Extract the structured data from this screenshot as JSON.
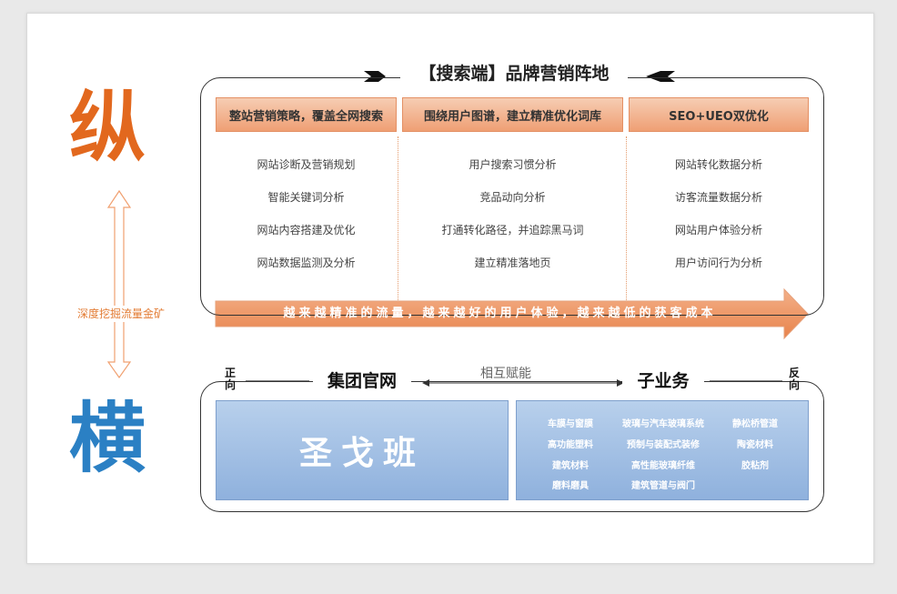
{
  "side": {
    "zong": "纵",
    "heng": "横",
    "connector_label": "深度挖掘流量金矿"
  },
  "top": {
    "title": "【搜索端】品牌营销阵地",
    "columns": [
      {
        "header": "整站营销策略，覆盖全网搜索",
        "items": [
          "网站诊断及营销规划",
          "智能关键词分析",
          "网站内容搭建及优化",
          "网站数据监测及分析"
        ]
      },
      {
        "header": "围绕用户图谱，建立精准优化词库",
        "items": [
          "用户搜索习惯分析",
          "竞品动向分析",
          "打通转化路径，并追踪黑马词",
          "建立精准落地页"
        ]
      },
      {
        "header": "SEO+UEO双优化",
        "items": [
          "网站转化数据分析",
          "访客流量数据分析",
          "网站用户体验分析",
          "用户访问行为分析"
        ]
      }
    ],
    "banner": "越来越精准的流量，越来越好的用户体验，越来越低的获客成本"
  },
  "bottom": {
    "left_vertical": "正向",
    "right_vertical": "反向",
    "group_label": "集团官网",
    "sub_label": "子业务",
    "mutual": "相互赋能",
    "group_brand": "圣戈班",
    "sub_items": [
      [
        "车膜与窗膜",
        "玻璃与汽车玻璃系统",
        "静松桥管道"
      ],
      [
        "高功能塑料",
        "预制与装配式装修",
        "陶瓷材料"
      ],
      [
        "建筑材料",
        "高性能玻璃纤维",
        "胶粘剂"
      ],
      [
        "磨料磨具",
        "建筑管道与阀门",
        ""
      ]
    ]
  },
  "colors": {
    "orange": "#e2681e",
    "blue": "#2b80c4",
    "banner_text": "#ffffff"
  }
}
